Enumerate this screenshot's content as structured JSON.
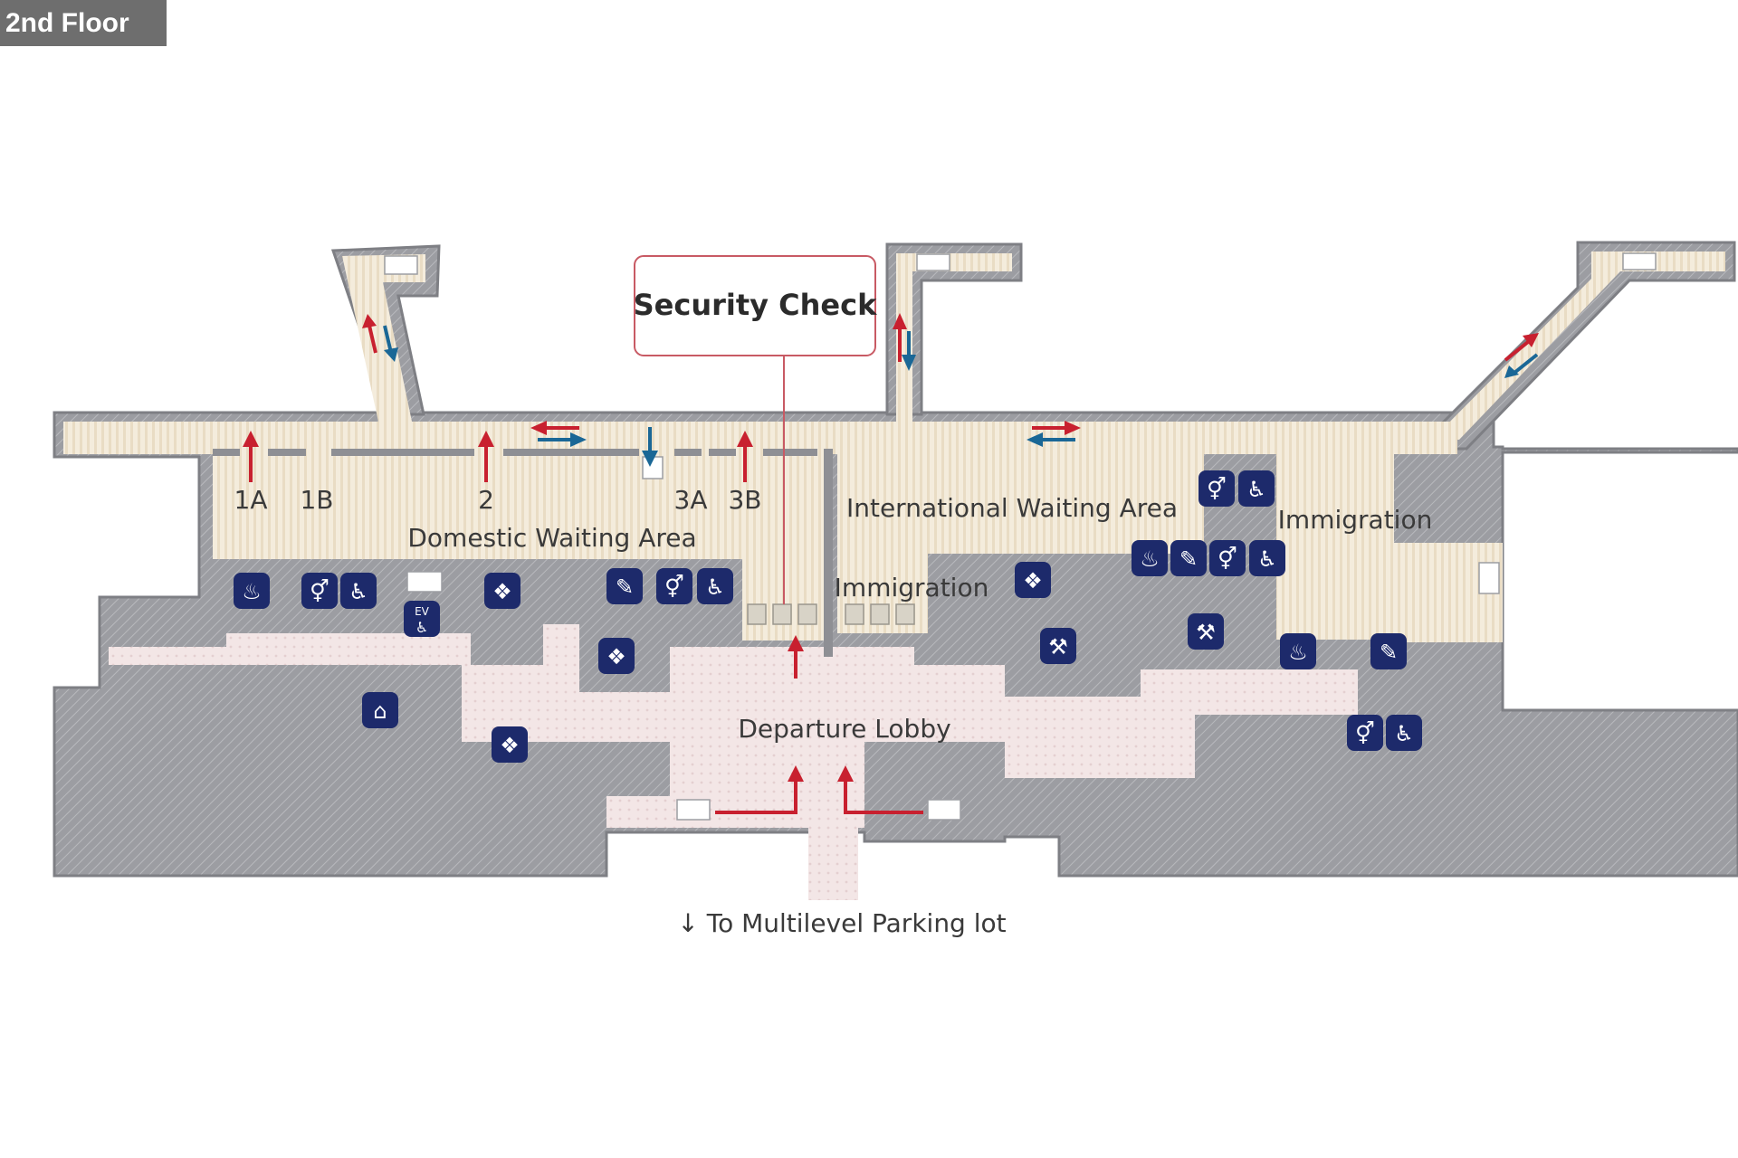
{
  "floor_label": "2nd Floor",
  "labels": {
    "security_check": "Security Check",
    "domestic_waiting_area": "Domestic Waiting Area",
    "international_waiting_area": "International Waiting Area",
    "immigration_center": "Immigration",
    "immigration_east": "Immigration",
    "departure_lobby": "Departure Lobby",
    "parking": "↓ To Multilevel Parking lot"
  },
  "gates": [
    "1A",
    "1B",
    "2",
    "3A",
    "3B"
  ],
  "elevator_label": "EV",
  "icons": {
    "smoking": "smoking-area-icon",
    "restroom": "restroom-icon",
    "accessible_restroom": "accessible-restroom-icon",
    "shop": "gift-shop-icon",
    "nursing_room": "nursing-room-icon",
    "restaurant": "restaurant-icon",
    "lounge": "lounge-icon",
    "elevator": "accessible-elevator-icon"
  },
  "colors": {
    "wall": "#9c9da2",
    "walkway": "#f2e8d6",
    "lobby": "#f1e3e3",
    "icon": "#1d2a6b",
    "arrow_red": "#c8202f",
    "arrow_blue": "#1a6796",
    "floor_tab": "#6e6e6e"
  }
}
